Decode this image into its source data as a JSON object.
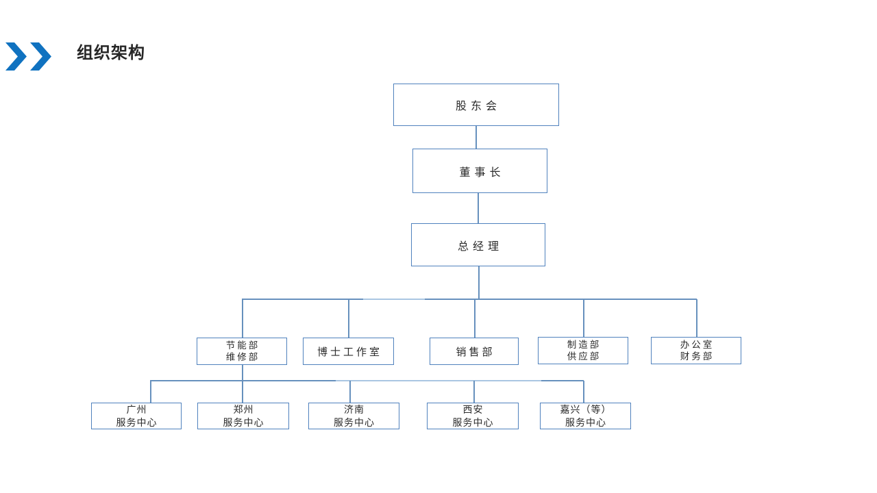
{
  "slide": {
    "title": "组织架构"
  },
  "org_chart": {
    "top_levels": [
      {
        "label": "股东会"
      },
      {
        "label": "董事长"
      },
      {
        "label": "总经理"
      }
    ],
    "departments": [
      {
        "line1": "节能部",
        "line2": "维修部"
      },
      {
        "line1": "博士工作室"
      },
      {
        "line1": "销售部"
      },
      {
        "line1": "制造部",
        "line2": "供应部"
      },
      {
        "line1": "办公室",
        "line2": "财务部"
      }
    ],
    "service_centers": [
      {
        "line1": "广州",
        "line2": "服务中心"
      },
      {
        "line1": "郑州",
        "line2": "服务中心"
      },
      {
        "line1": "济南",
        "line2": "服务中心"
      },
      {
        "line1": "西安",
        "line2": "服务中心"
      },
      {
        "line1": "嘉兴（等）",
        "line2": "服务中心"
      }
    ]
  },
  "colors": {
    "accent_blue": "#1072C0",
    "box_border": "#4F81BD",
    "connector_line": "#6690BD",
    "title_text": "#262626",
    "box_text": "#2B2B2B"
  }
}
